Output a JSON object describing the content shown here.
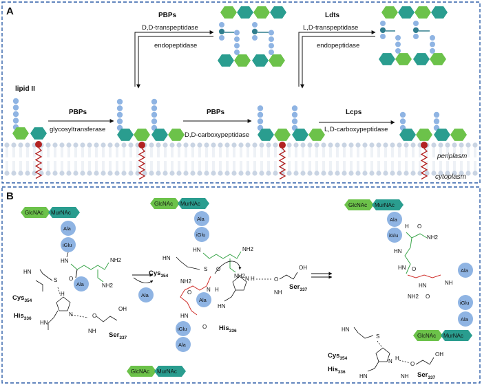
{
  "panel_a": {
    "letter": "A",
    "lipid_ii": "lipid II",
    "step1_enzyme": "PBPs",
    "step1_activity": "glycosyltransferase",
    "step2_enzyme": "PBPs",
    "step2_activity": "D,D-carboxypeptidase",
    "step3_enzyme": "Lcps",
    "step3_activity": "L,D-carboxypeptidase",
    "up1_enzyme": "PBPs",
    "up1_activity1": "D,D-transpeptidase",
    "up1_activity2": "endopeptidase",
    "up2_enzyme": "Ldts",
    "up2_activity1": "L,D-transpeptidase",
    "up2_activity2": "endopeptidase",
    "periplasm": "periplasm",
    "cytoplasm": "cytoplasm"
  },
  "panel_b": {
    "letter": "B",
    "glcnac": "GlcNAc",
    "murnac": "MurNAc",
    "ala": "Ala",
    "iglu": "iGlu",
    "cys": "Cys",
    "cys_num": "354",
    "his": "His",
    "his_num": "336",
    "ser": "Ser",
    "ser_num": "337",
    "nh2": "NH2",
    "nh": "NH",
    "hn": "HN",
    "oh": "OH",
    "s": "S",
    "n": "N",
    "h": "H",
    "o": "O"
  },
  "colors": {
    "glcnac": "#6cc24a",
    "murnac": "#2a9d8f",
    "peptide": "#8fb4e3",
    "crosslink": "#2f7d8c",
    "anchor": "#b22222",
    "membrane": "#c9d4e3",
    "green_bond": "#3aa54a",
    "red_bond": "#d0312d",
    "frame": "#2f5fa8"
  }
}
